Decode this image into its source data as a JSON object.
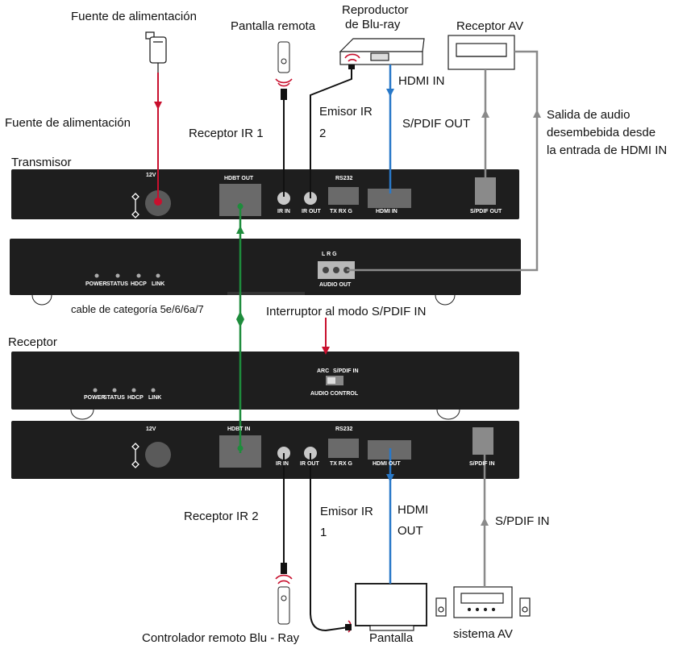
{
  "labels": {
    "power_source_top": "Fuente de alimentación",
    "power_source_mid": "Fuente de alimentación",
    "remote_display": "Pantalla remota",
    "bluray_line1": "Reproductor",
    "bluray_line2": "de Blu-ray",
    "av_receiver": "Receptor AV",
    "hdmi_in": "HDMI IN",
    "ir_emitter_2_line1": "Emisor IR",
    "ir_emitter_2_line2": "2",
    "ir_receiver_1": "Receptor IR 1",
    "spdif_out": "S/PDIF OUT",
    "audio_out_note": "Salida de audio\ndesembebida desde\nla entrada de HDMI IN",
    "transmitter": "Transmisor",
    "cable_cat": "cable de categoría 5e/6/6a/7",
    "spdif_switch": "Interruptor al modo S/PDIF IN",
    "receiver": "Receptor",
    "ir_receiver_2": "Receptor IR  2",
    "ir_emitter_1_line1": "Emisor IR",
    "ir_emitter_1_line2": "1",
    "hdmi_out_line1": "HDMI",
    "hdmi_out_line2": "OUT",
    "spdif_in": "S/PDIF IN",
    "bluray_remote": "Controlador remoto Blu - Ray",
    "display": "Pantalla",
    "av_system": "sistema AV"
  },
  "ports": {
    "tx_12v": "12V",
    "hdbt_out": "HDBT OUT",
    "ir_in": "IR IN",
    "ir_out": "IR OUT",
    "rs232": "RS232",
    "tx_rx_g": "TX  RX  G",
    "hdmi_in": "HDMI IN",
    "spdif_out": "S/PDIF OUT",
    "power": "POWER",
    "status": "STATUS",
    "hdcp": "HDCP",
    "link": "LINK",
    "lrg": "L     R     G",
    "audio_out": "AUDIO OUT",
    "arc": "ARC",
    "spdif_in_sw": "S/PDIF IN",
    "audio_control": "AUDIO CONTROL",
    "rx_12v": "12V",
    "hdbt_in": "HDBT IN",
    "ir_in_rx": "IR IN",
    "ir_out_rx": "IR OUT",
    "rs232_rx": "RS232",
    "tx_rx_g_rx": "TX  RX  G",
    "hdmi_out": "HDMI OUT",
    "spdif_in_port": "S/PDIF IN"
  },
  "colors": {
    "power_line": "#c8102e",
    "hdmi_line": "#2878c8",
    "audio_line": "#8a8a8a",
    "hdbt_line": "#1e8c3c",
    "ir_line": "#111111",
    "device_body": "#1e1e1e"
  }
}
